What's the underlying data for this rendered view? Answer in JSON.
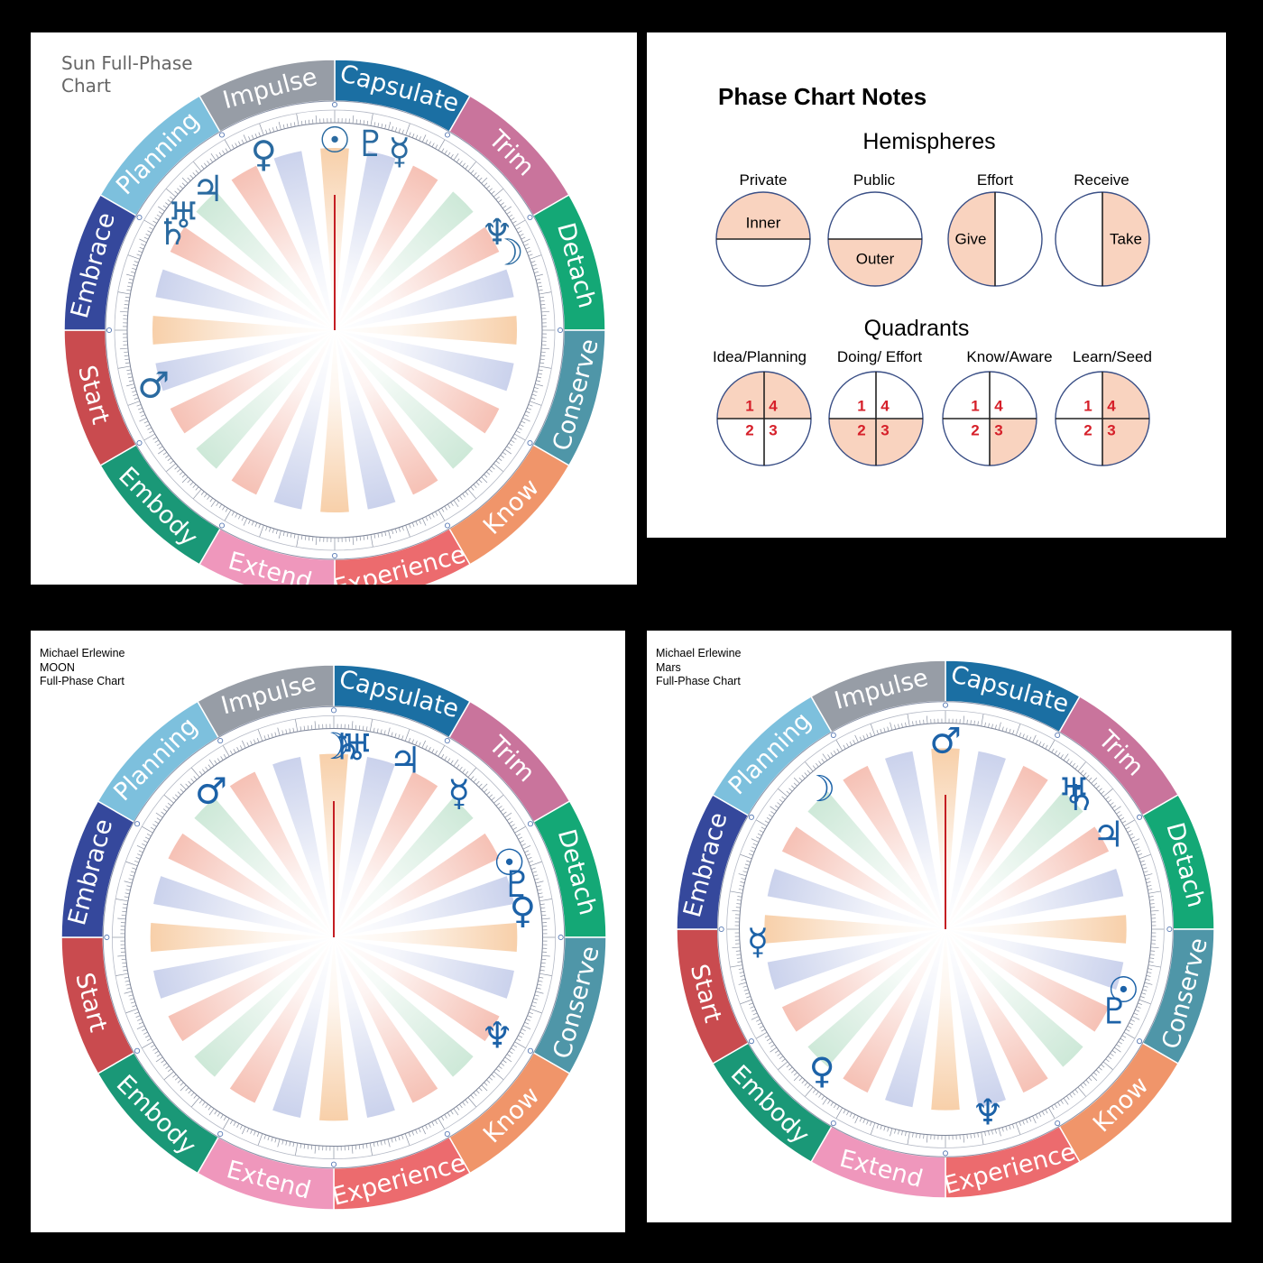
{
  "phases": [
    "Capsulate",
    "Trim",
    "Detach",
    "Conserve",
    "Know",
    "Experience",
    "Extend",
    "Embody",
    "Start",
    "Embrace",
    "Planning",
    "Impulse"
  ],
  "phase_colors": [
    "#1b6fa3",
    "#c9749c",
    "#14a876",
    "#4f96a8",
    "#f0956a",
    "#ec6b6e",
    "#ef97bc",
    "#1a9877",
    "#c94b4f",
    "#35489c",
    "#7dc0dd",
    "#979da6"
  ],
  "ray_colors": [
    "#f6c79a",
    "#b9c3e6",
    "#f4b6a8",
    "#bde1cb"
  ],
  "glyph_color": "#1c62a8",
  "sun_chart": {
    "title_lines": [
      "Sun Full-Phase",
      "Chart"
    ],
    "glyph_color": "#2a6aa0",
    "planets": [
      {
        "name": "sun-icon",
        "glyph": "☉",
        "angle": 0
      },
      {
        "name": "pluto-icon",
        "glyph": "♇",
        "angle": 11
      },
      {
        "name": "mercury-icon",
        "glyph": "☿",
        "angle": 20
      },
      {
        "name": "neptune-icon",
        "glyph": "♆",
        "angle": 59
      },
      {
        "name": "moon-icon",
        "glyph": "☽",
        "angle": 66
      },
      {
        "name": "venus-icon",
        "glyph": "♀",
        "angle": -22
      },
      {
        "name": "jupiter-icon",
        "glyph": "♃",
        "angle": -42
      },
      {
        "name": "saturn-icon",
        "glyph": "♄",
        "angle": -59
      },
      {
        "name": "uranus-icon",
        "glyph": "♅",
        "angle": -53
      },
      {
        "name": "mars-icon",
        "glyph": "♂",
        "angle": -107
      }
    ]
  },
  "moon_chart": {
    "title_lines": [
      "Michael Erlewine",
      "MOON",
      "Full-Phase Chart"
    ],
    "planets": [
      {
        "name": "moon-icon",
        "glyph": "☽",
        "angle": 0
      },
      {
        "name": "uranus-icon",
        "glyph": "♅",
        "angle": 7
      },
      {
        "name": "saturn-icon",
        "glyph": "♄",
        "angle": 4
      },
      {
        "name": "jupiter-icon",
        "glyph": "♃",
        "angle": 22
      },
      {
        "name": "mercury-icon",
        "glyph": "☿",
        "angle": 41
      },
      {
        "name": "sun-icon",
        "glyph": "☉",
        "angle": 67
      },
      {
        "name": "pluto-icon",
        "glyph": "♇",
        "angle": 74
      },
      {
        "name": "venus-icon",
        "glyph": "♀",
        "angle": 82
      },
      {
        "name": "neptune-icon",
        "glyph": "♆",
        "angle": 121
      },
      {
        "name": "mars-icon",
        "glyph": "♂",
        "angle": -40
      }
    ]
  },
  "mars_chart": {
    "title_lines": [
      "Michael Erlewine",
      "Mars",
      "Full-Phase Chart"
    ],
    "planets": [
      {
        "name": "mars-icon",
        "glyph": "♂",
        "angle": 0
      },
      {
        "name": "uranus-icon",
        "glyph": "♅",
        "angle": 43
      },
      {
        "name": "saturn-icon",
        "glyph": "♄",
        "angle": 46
      },
      {
        "name": "jupiter-icon",
        "glyph": "♃",
        "angle": 60
      },
      {
        "name": "sun-icon",
        "glyph": "☉",
        "angle": 109
      },
      {
        "name": "pluto-icon",
        "glyph": "♇",
        "angle": 116
      },
      {
        "name": "neptune-icon",
        "glyph": "♆",
        "angle": 167
      },
      {
        "name": "venus-icon",
        "glyph": "♀",
        "angle": -139
      },
      {
        "name": "mercury-icon",
        "glyph": "☿",
        "angle": -94
      },
      {
        "name": "moon-icon",
        "glyph": "☽",
        "angle": -42
      }
    ]
  },
  "notes": {
    "title": "Phase Chart Notes",
    "hemispheres_heading": "Hemispheres",
    "quadrants_heading": "Quadrants",
    "hemispheres": [
      {
        "label": "Private",
        "inner_text": "Inner",
        "fill": "top"
      },
      {
        "label": "Public",
        "inner_text": "Outer",
        "fill": "bottom"
      },
      {
        "label": "Effort",
        "inner_text": "Give",
        "fill": "left"
      },
      {
        "label": "Receive",
        "inner_text": "Take",
        "fill": "right"
      }
    ],
    "quadrants": [
      {
        "label": "Idea/Planning",
        "fill": "top"
      },
      {
        "label": "Doing/ Effort",
        "fill": "bottom"
      },
      {
        "label": "Know/Aware",
        "fill": "q3"
      },
      {
        "label": "Learn/Seed",
        "fill": "right"
      }
    ],
    "quadrant_numbers": [
      "1",
      "2",
      "3",
      "4"
    ],
    "fill_color": "#f9d3bf",
    "number_color": "#d6202a",
    "circle_stroke": "#3a4f86"
  }
}
